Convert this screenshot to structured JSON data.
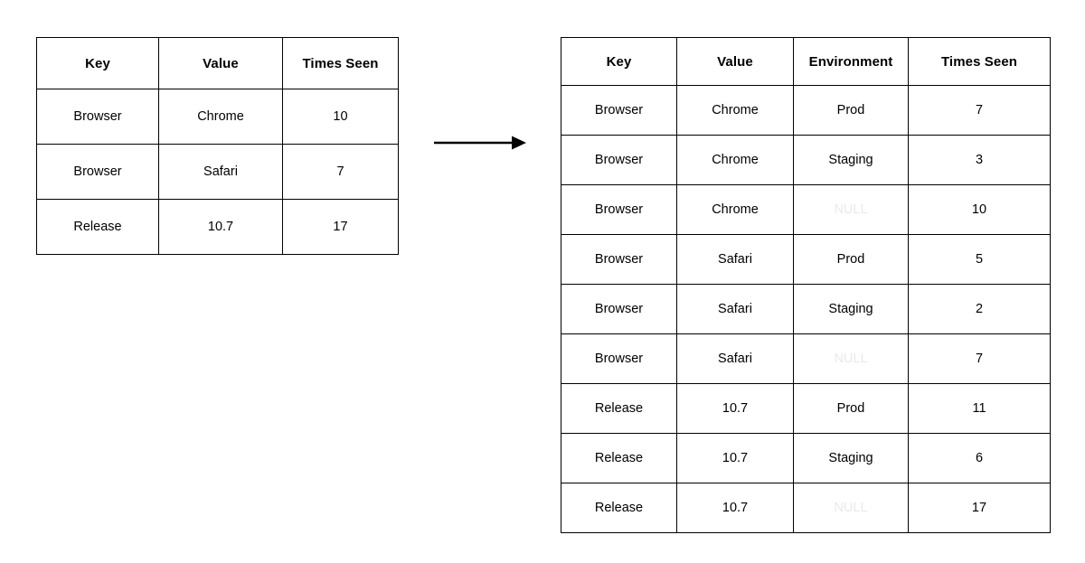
{
  "diagram": {
    "arrow": {
      "icon": "right-arrow-icon",
      "direction": "right"
    },
    "null_color": "#e9e9e9",
    "border_color": "#000000",
    "background_color": "#ffffff"
  },
  "source_table": {
    "name": "Key/Value aggregate table",
    "columns": [
      "Key",
      "Value",
      "Times Seen"
    ],
    "rows": [
      {
        "key": "Browser",
        "value": "Chrome",
        "times_seen": "10"
      },
      {
        "key": "Browser",
        "value": "Safari",
        "times_seen": "7"
      },
      {
        "key": "Release",
        "value": "10.7",
        "times_seen": "17"
      }
    ]
  },
  "expanded_table": {
    "name": "Key/Value/Environment aggregate table",
    "columns": [
      "Key",
      "Value",
      "Environment",
      "Times Seen"
    ],
    "rows": [
      {
        "key": "Browser",
        "value": "Chrome",
        "environment": "Prod",
        "is_null": false,
        "times_seen": "7"
      },
      {
        "key": "Browser",
        "value": "Chrome",
        "environment": "Staging",
        "is_null": false,
        "times_seen": "3"
      },
      {
        "key": "Browser",
        "value": "Chrome",
        "environment": "NULL",
        "is_null": true,
        "times_seen": "10"
      },
      {
        "key": "Browser",
        "value": "Safari",
        "environment": "Prod",
        "is_null": false,
        "times_seen": "5"
      },
      {
        "key": "Browser",
        "value": "Safari",
        "environment": "Staging",
        "is_null": false,
        "times_seen": "2"
      },
      {
        "key": "Browser",
        "value": "Safari",
        "environment": "NULL",
        "is_null": true,
        "times_seen": "7"
      },
      {
        "key": "Release",
        "value": "10.7",
        "environment": "Prod",
        "is_null": false,
        "times_seen": "11"
      },
      {
        "key": "Release",
        "value": "10.7",
        "environment": "Staging",
        "is_null": false,
        "times_seen": "6"
      },
      {
        "key": "Release",
        "value": "10.7",
        "environment": "NULL",
        "is_null": true,
        "times_seen": "17"
      }
    ]
  }
}
